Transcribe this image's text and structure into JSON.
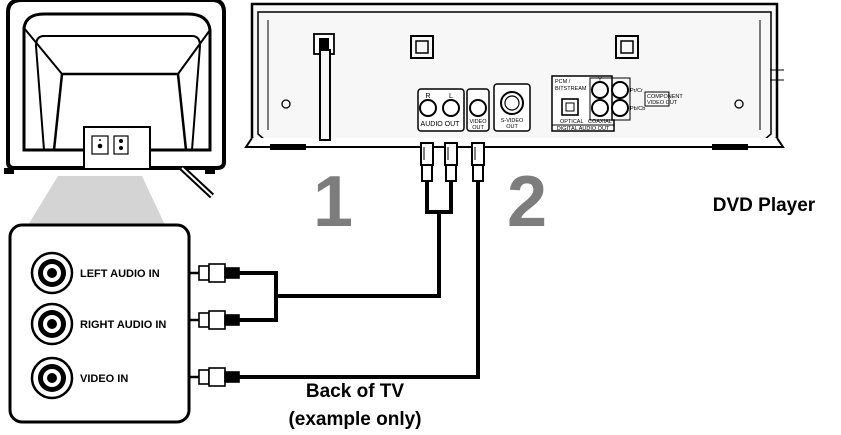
{
  "step_numbers": {
    "one": "1",
    "two": "2"
  },
  "dvd_player": {
    "title": "DVD Player",
    "audio_r": "R",
    "audio_l": "L",
    "audio_out": "AUDIO OUT",
    "video_out_line1": "VIDEO",
    "video_out_line2": "OUT",
    "svideo_line1": "S-VIDEO",
    "svideo_line2": "OUT",
    "pcm_line1": "PCM /",
    "pcm_line2": "BITSTREAM",
    "optical": "OPTICAL",
    "coaxial": "COAXIAL",
    "digital_audio_out": "DIGITAL AUDIO OUT",
    "component_line1": "COMPONENT",
    "component_line2": "VIDEO OUT",
    "pr_cr": "Pr/Cr",
    "pb_cb": "Pb/Cb",
    "y_label": "Y"
  },
  "tv_panel": {
    "left_audio_in": "LEFT AUDIO IN",
    "right_audio_in": "RIGHT AUDIO IN",
    "video_in": "VIDEO IN"
  },
  "caption": {
    "line1": "Back of TV",
    "line2": "(example only)"
  },
  "colors": {
    "line": "#000000",
    "step_number": "#7d7d7d",
    "shadow": "#d4d4d4",
    "player_fill": "#f7f7f7"
  }
}
